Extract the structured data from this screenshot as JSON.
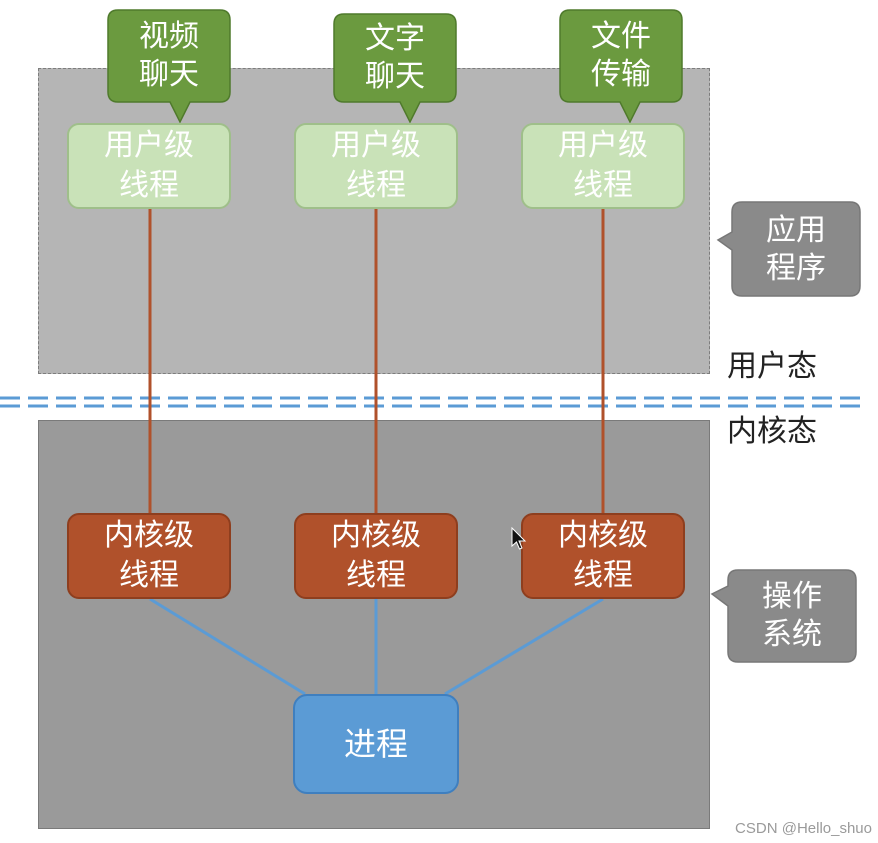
{
  "regions": {
    "user_mode_label": "用户态",
    "kernel_mode_label": "内核态"
  },
  "callouts": {
    "apps": [
      "视频\n聊天",
      "文字\n聊天",
      "文件\n传输"
    ],
    "application": "应用\n程序",
    "os": "操作\n系统"
  },
  "user_threads": [
    "用户级\n线程",
    "用户级\n线程",
    "用户级\n线程"
  ],
  "kernel_threads": [
    "内核级\n线程",
    "内核级\n线程",
    "内核级\n线程"
  ],
  "process": "进程",
  "watermark": "CSDN @Hello_shuo",
  "colors": {
    "user_region": "#b5b5b5",
    "kernel_region": "#9a9a9a",
    "app_callout": "#6b9a3f",
    "side_callout": "#8a8a8a",
    "user_thread": "#c9e2b8",
    "kernel_thread": "#b0512b",
    "process": "#5b9bd5",
    "thread_link": "#b0512b",
    "process_link": "#5b9bd5",
    "boundary_line": "#5b9bd5"
  }
}
